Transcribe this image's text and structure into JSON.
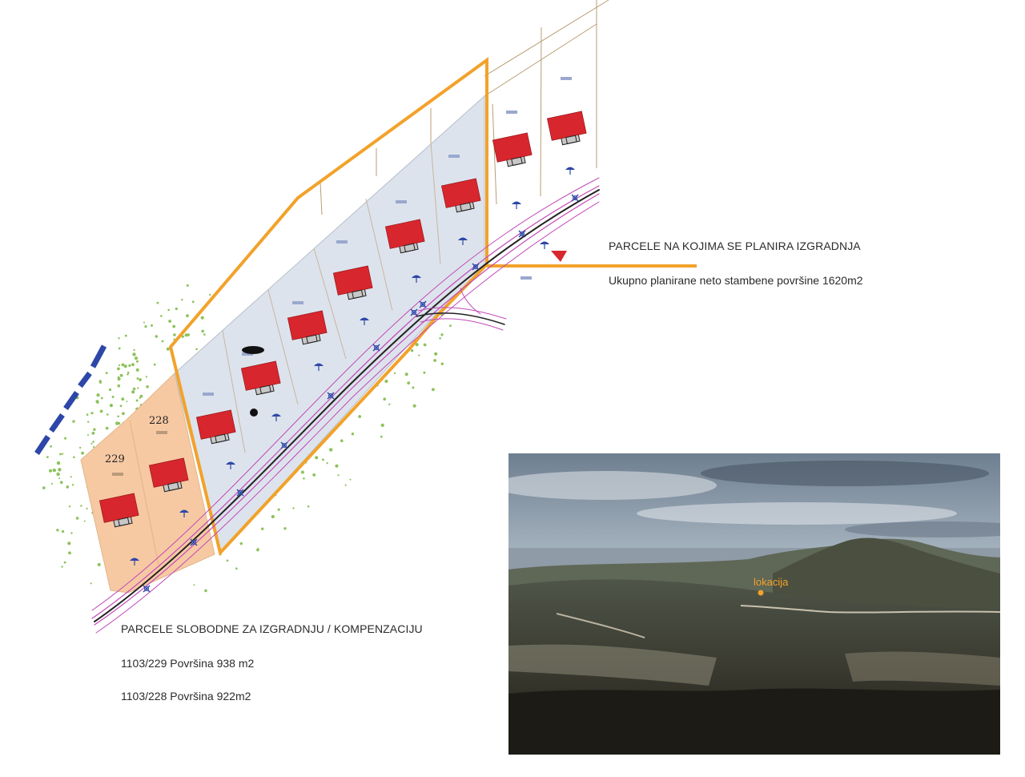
{
  "plan": {
    "parcel_labels": [
      {
        "number": "229"
      },
      {
        "number": "228"
      }
    ]
  },
  "legend_planned": {
    "heading": "PARCELE NA KOJIMA SE PLANIRA IZGRADNJA",
    "note": "Ukupno planirane neto stambene površine  1620m2"
  },
  "legend_free": {
    "heading": "PARCELE SLOBODNE ZA IZGRADNJU / KOMPENZACIJU",
    "items": [
      "1103/229 Površina 938 m2",
      "1103/228 Površina 922m2"
    ]
  },
  "photo": {
    "marker_label": "lokacija"
  },
  "colors": {
    "planned_outline": "#f2a22a",
    "planned_fill": "#dfe4ec",
    "free_fill": "#f7c9a3",
    "house_roof": "#d7262d",
    "road_line": "#2b2b2b",
    "road_edge": "#c24ab8",
    "vegetation": "#8cc25a"
  }
}
